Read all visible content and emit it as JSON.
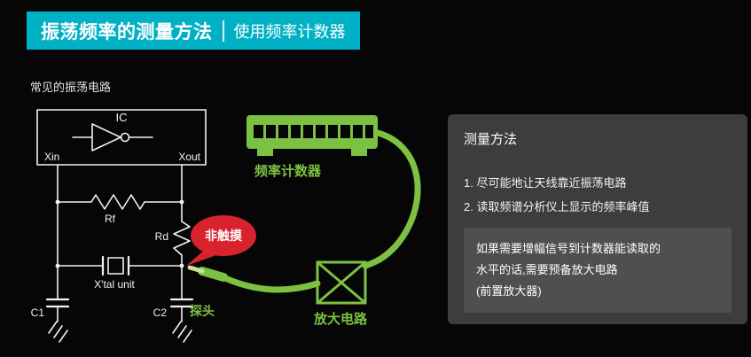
{
  "banner": {
    "title": "振荡频率的测量方法",
    "subtitle": "使用频率计数器"
  },
  "circuit": {
    "caption": "常见的振荡电路",
    "labels": {
      "ic": "IC",
      "xin": "Xin",
      "xout": "Xout",
      "rf": "Rf",
      "rd": "Rd",
      "xtal": "X'tal unit",
      "c1": "C1",
      "c2": "C2"
    }
  },
  "callout": {
    "label": "非触摸"
  },
  "instrument": {
    "label": "频率计数器"
  },
  "probe": {
    "label": "探头"
  },
  "amplifier": {
    "label": "放大电路"
  },
  "panel": {
    "title": "测量方法",
    "steps": [
      "1. 尽可能地让天线靠近振荡电路",
      "2. 读取频谱分析仪上显示的频率峰值"
    ],
    "note_lines": [
      "如果需要增幅信号到计数器能读取的",
      "水平的话,需要预备放大电路",
      "(前置放大器)"
    ]
  },
  "colors": {
    "bg": "#060606",
    "accent": "#00b0c4",
    "green": "#7cc142",
    "green_light": "#c4e49a",
    "red": "#d8232e",
    "panel_bg": "#3d3d3d",
    "note_bg": "#4f4f4f"
  }
}
